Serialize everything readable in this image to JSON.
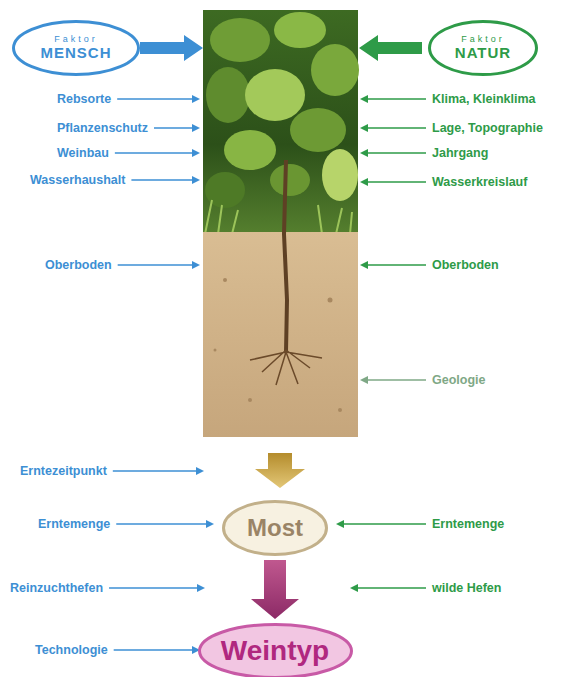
{
  "diagram": {
    "nodes": [
      {
        "text": [
          "Faktor",
          "MENSCH"
        ]
      },
      {
        "text": [
          "Faktor",
          "NATUR"
        ]
      },
      {
        "text": [
          "Most"
        ]
      },
      {
        "text": [
          "Weintyp"
        ]
      }
    ],
    "edges": [
      {
        "from": 2,
        "to": 3,
        "arrow": "to"
      }
    ],
    "labels": [
      "Rebsorte",
      "Klima, Kleinklima",
      "Pflanzenschutz",
      "Lage, Topographie",
      "Weinbau",
      "Jahrgang",
      "Wasserhaushalt",
      "Wasserkreislauf",
      "Oberboden",
      "Oberboden",
      "Geologie",
      "Erntezeitpunkt",
      "Erntemenge",
      "Erntemenge",
      "Reinzuchthefen",
      "wilde Hefen",
      "Technologie"
    ]
  }
}
